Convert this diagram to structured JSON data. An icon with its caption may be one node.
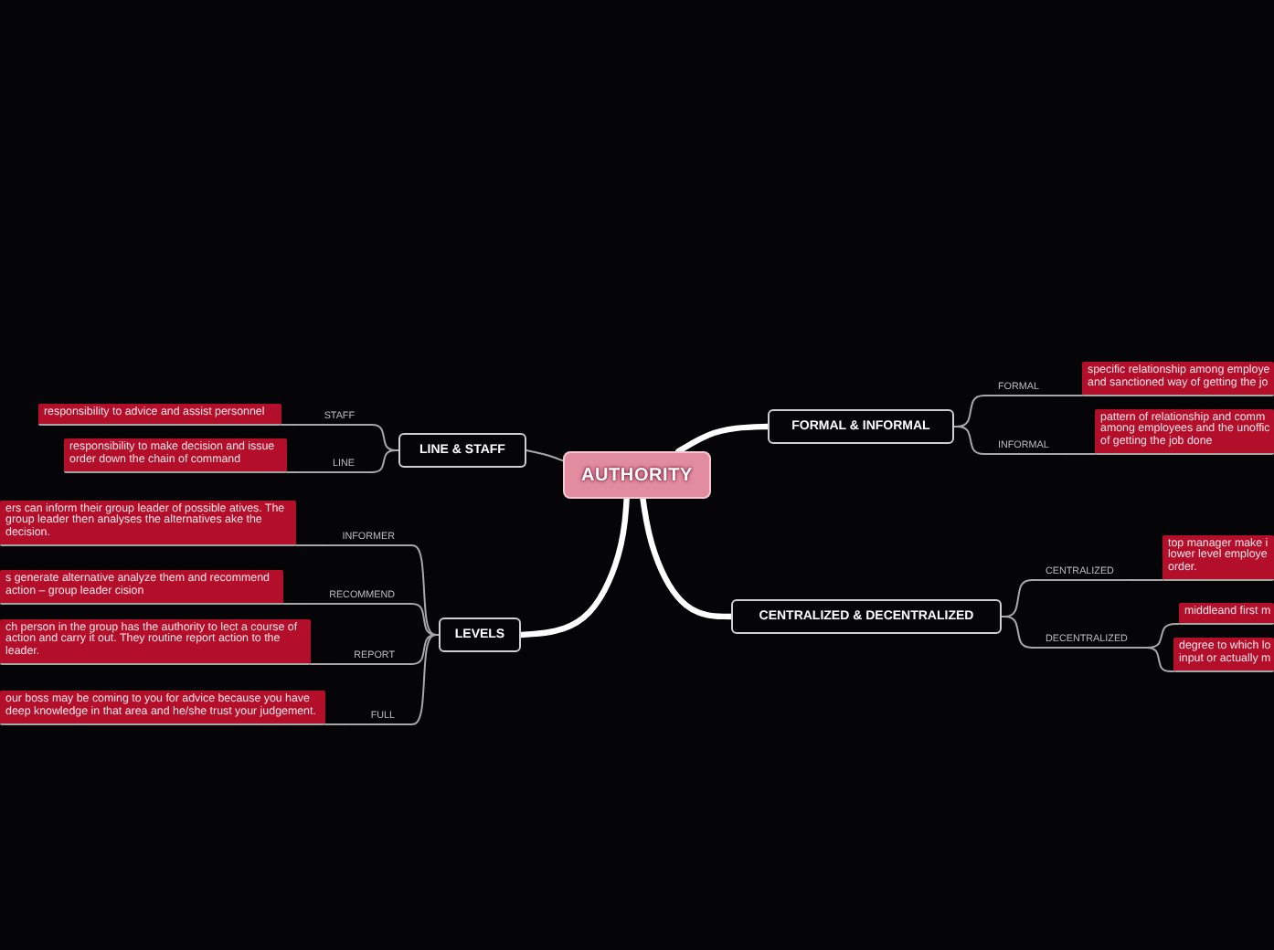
{
  "diagram": {
    "nodes": [
      {
        "text": [
          "AUTHORITY"
        ]
      },
      {
        "text": [
          "LINE & STAFF"
        ]
      },
      {
        "text": [
          "STAFF"
        ]
      },
      {
        "text": [
          "responsibility to advice and assist personnel"
        ]
      },
      {
        "text": [
          "LINE"
        ]
      },
      {
        "text": [
          "responsibility to make decision and issue order down the chain of command"
        ]
      },
      {
        "text": [
          "FORMAL & INFORMAL"
        ]
      },
      {
        "text": [
          "FORMAL"
        ]
      },
      {
        "text": [
          "specific relationship among employe and sanctioned way of getting the jo"
        ]
      },
      {
        "text": [
          "INFORMAL"
        ]
      },
      {
        "text": [
          "pattern of relationship and comm among employees and the unoffic of getting the job done"
        ]
      },
      {
        "text": [
          "LEVELS"
        ]
      },
      {
        "text": [
          "INFORMER"
        ]
      },
      {
        "text": [
          "ers can inform their group leader of possible atives. The group leader then analyses the alternatives ake the decision."
        ]
      },
      {
        "text": [
          "RECOMMEND"
        ]
      },
      {
        "text": [
          "s generate alternative analyze them and recommend action – group leader cision"
        ]
      },
      {
        "text": [
          "REPORT"
        ]
      },
      {
        "text": [
          "ch person in the group has the authority to lect a course of action and carry it out. They routine report action to the leader."
        ]
      },
      {
        "text": [
          "FULL"
        ]
      },
      {
        "text": [
          "our boss may be coming to you for advice because you have deep knowledge in that area and he/she trust your judgement."
        ]
      },
      {
        "text": [
          "CENTRALIZED & DECENTRALIZED"
        ]
      },
      {
        "text": [
          "CENTRALIZED"
        ]
      },
      {
        "text": [
          "top manager make i lower level employe order."
        ]
      },
      {
        "text": [
          "DECENTRALIZED"
        ]
      },
      {
        "text": [
          "middleand first m"
        ]
      },
      {
        "text": [
          "degree to which lo input or actually m"
        ]
      }
    ],
    "edges": [
      {
        "from": 0,
        "to": 1,
        "arrow": "none"
      },
      {
        "from": 1,
        "to": 2,
        "arrow": "none"
      },
      {
        "from": 2,
        "to": 3,
        "arrow": "none"
      },
      {
        "from": 1,
        "to": 4,
        "arrow": "none"
      },
      {
        "from": 4,
        "to": 5,
        "arrow": "none"
      },
      {
        "from": 0,
        "to": 6,
        "arrow": "none",
        "style": "thick",
        "color": "#ffffff"
      },
      {
        "from": 6,
        "to": 7,
        "arrow": "none"
      },
      {
        "from": 7,
        "to": 8,
        "arrow": "none"
      },
      {
        "from": 6,
        "to": 9,
        "arrow": "none"
      },
      {
        "from": 9,
        "to": 10,
        "arrow": "none"
      },
      {
        "from": 0,
        "to": 11,
        "arrow": "none",
        "style": "thick",
        "color": "#ffffff"
      },
      {
        "from": 11,
        "to": 12,
        "arrow": "none"
      },
      {
        "from": 12,
        "to": 13,
        "arrow": "none"
      },
      {
        "from": 11,
        "to": 14,
        "arrow": "none"
      },
      {
        "from": 14,
        "to": 15,
        "arrow": "none"
      },
      {
        "from": 11,
        "to": 16,
        "arrow": "none"
      },
      {
        "from": 16,
        "to": 17,
        "arrow": "none"
      },
      {
        "from": 11,
        "to": 18,
        "arrow": "none"
      },
      {
        "from": 18,
        "to": 19,
        "arrow": "none"
      },
      {
        "from": 0,
        "to": 20,
        "arrow": "none",
        "style": "thick",
        "color": "#ffffff"
      },
      {
        "from": 20,
        "to": 21,
        "arrow": "none"
      },
      {
        "from": 21,
        "to": 22,
        "arrow": "none"
      },
      {
        "from": 20,
        "to": 23,
        "arrow": "none"
      },
      {
        "from": 23,
        "to": 24,
        "arrow": "none"
      },
      {
        "from": 23,
        "to": 25,
        "arrow": "none"
      }
    ]
  }
}
